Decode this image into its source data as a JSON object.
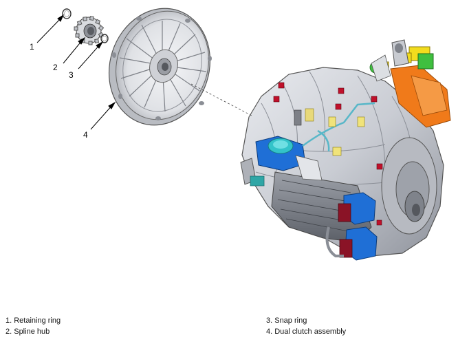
{
  "diagram": {
    "callouts": [
      {
        "number": "1",
        "part": "retaining-ring"
      },
      {
        "number": "2",
        "part": "spline-hub"
      },
      {
        "number": "3",
        "part": "snap-ring"
      },
      {
        "number": "4",
        "part": "dual-clutch-assembly"
      }
    ],
    "legend": {
      "left": [
        "1. Retaining ring",
        "2. Spline hub"
      ],
      "right": [
        "3. Snap ring",
        "4. Dual clutch assembly"
      ]
    },
    "colors": {
      "housing": "#c9ccd3",
      "housing_dark": "#8f939c",
      "blue_component": "#1f6fd6",
      "cyan_reservoir": "#33c3c9",
      "orange_component": "#f07a1a",
      "yellow_component": "#f2dc1e",
      "green_component": "#3fbf3f",
      "red_marker": "#c0102a",
      "wiring": "#58b7c8"
    }
  }
}
